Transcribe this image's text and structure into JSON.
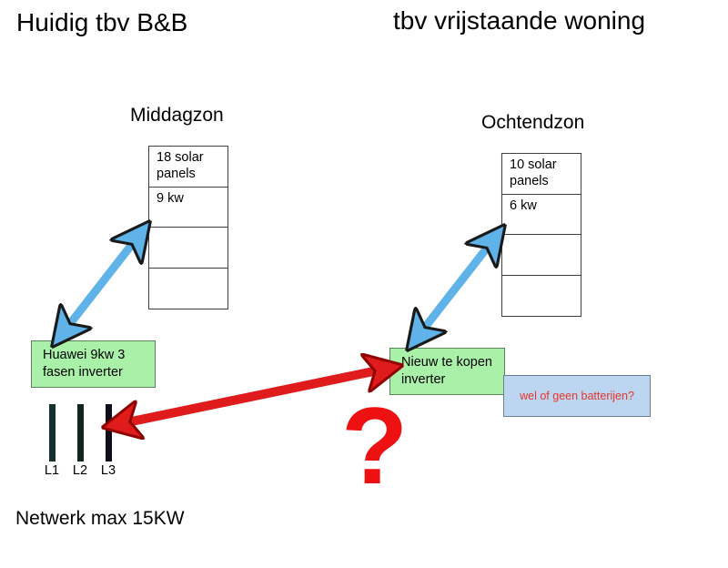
{
  "titles": {
    "left": "Huidig tbv B&B",
    "right": "tbv vrijstaande woning"
  },
  "subtitles": {
    "left": "Middagzon",
    "right": "Ochtendzon"
  },
  "panel_table_left": {
    "rows": [
      "18 solar panels",
      "9 kw",
      "",
      ""
    ]
  },
  "panel_table_right": {
    "rows": [
      "10 solar panels",
      "6 kw",
      "",
      ""
    ]
  },
  "inverters": {
    "left": "Huawei 9kw 3 fasen inverter",
    "right": "Nieuw te kopen inverter"
  },
  "battery": {
    "label": "wel of geen batterijen?"
  },
  "phases": {
    "labels": [
      "L1",
      "L2",
      "L3"
    ]
  },
  "footer": {
    "note": "Netwerk max 15KW"
  },
  "annotation": {
    "question_mark": "?"
  },
  "icons": {
    "blue_double_arrow_left": "double-arrow-icon",
    "blue_double_arrow_right": "double-arrow-icon",
    "red_double_arrow": "double-arrow-icon"
  },
  "colors": {
    "inverter_green": "#a9f0a9",
    "battery_blue": "#bcd5f0",
    "battery_text_red": "#e8352a",
    "arrow_blue": "#5fb3e8",
    "arrow_red": "#e01b1b",
    "question_red": "#ee1111",
    "table_border": "#404040"
  }
}
